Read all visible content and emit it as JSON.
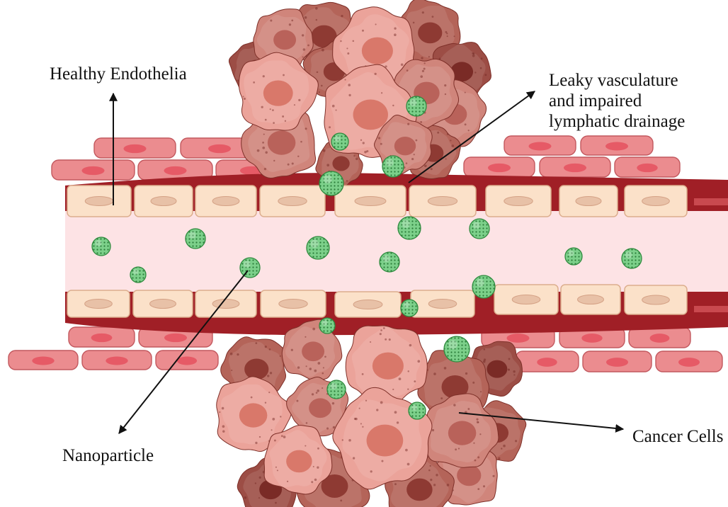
{
  "labels": {
    "healthy_endothelia": "Healthy Endothelia",
    "leaky_vasculature": [
      "Leaky vasculature",
      "and impaired",
      "lymphatic drainage"
    ],
    "nanoparticle": "Nanoparticle",
    "cancer_cells": "Cancer Cells"
  },
  "colors": {
    "nanoparticle": "#7cd08a",
    "nanoparticle_dots": "#2b7d3a",
    "vessel_wall": "#a01f26",
    "lumen": "#fde3e5",
    "endothelial_cell": "#fbe1c9",
    "tissue_cell": "#eb8c8f",
    "tissue_nucleus": "#e65a66",
    "cancer_cell": "#d0857b"
  }
}
